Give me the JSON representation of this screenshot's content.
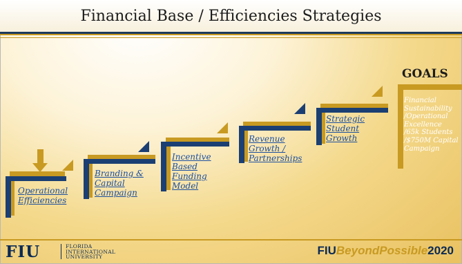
{
  "slide": {
    "title": "Financial Base / Efficiencies Strategies"
  },
  "steps": [
    {
      "label": "Operational Efficiencies"
    },
    {
      "label": "Branding & Capital Campaign"
    },
    {
      "label": "Incentive Based Funding Model"
    },
    {
      "label": "Revenue Growth / Partnerships"
    },
    {
      "label": "Strategic Student Growth"
    }
  ],
  "goals": {
    "heading": "GOALS",
    "text": "Financial Sustainability /Operational Excellence /65k Students /$750M Capital Campaign"
  },
  "footer": {
    "logo": "FIU",
    "university": [
      "FLORIDA",
      "INTERNATIONAL",
      "UNIVERSITY"
    ],
    "tagline_a": "FIU",
    "tagline_b": "BeyondPossible",
    "tagline_c": "2020"
  },
  "colors": {
    "navy": "#1b3f73",
    "gold": "#c89a22",
    "link": "#1b4fa0"
  },
  "icons": [
    "down-arrow-icon",
    "step-triangle-icon"
  ]
}
